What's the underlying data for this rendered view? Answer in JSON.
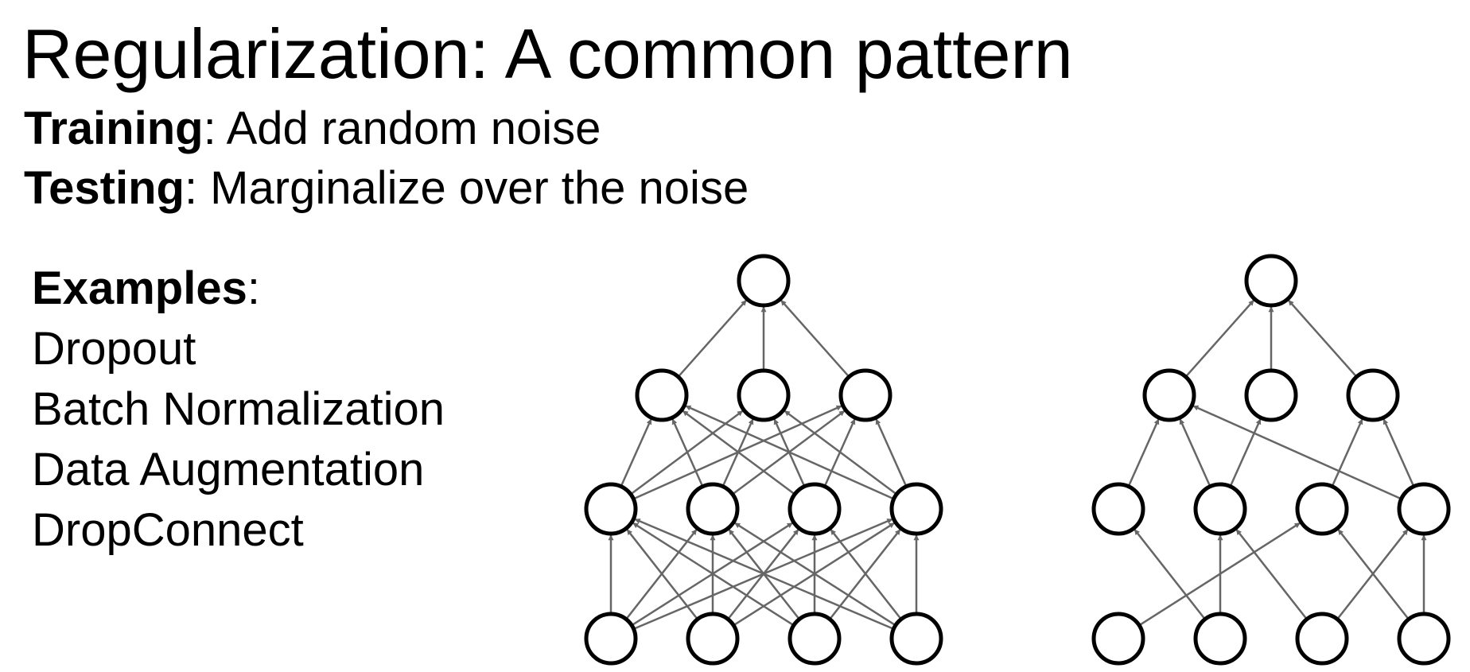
{
  "slide": {
    "title": "Regularization: A common pattern",
    "training": {
      "label": "Training",
      "separator": ":",
      "text": " Add random noise"
    },
    "testing": {
      "label": "Testing",
      "separator": ":",
      "text": " Marginalize over the noise"
    },
    "examples": {
      "heading": "Examples",
      "separator": ":",
      "items": [
        "Dropout",
        "Batch Normalization",
        "Data Augmentation",
        "DropConnect"
      ]
    }
  },
  "networks": [
    {
      "name": "fully-connected-network",
      "layers": [
        4,
        4,
        3,
        1
      ],
      "edges": [
        [
          0,
          0,
          1,
          0
        ],
        [
          0,
          0,
          1,
          1
        ],
        [
          0,
          0,
          1,
          2
        ],
        [
          0,
          0,
          1,
          3
        ],
        [
          0,
          1,
          1,
          0
        ],
        [
          0,
          1,
          1,
          1
        ],
        [
          0,
          1,
          1,
          2
        ],
        [
          0,
          1,
          1,
          3
        ],
        [
          0,
          2,
          1,
          0
        ],
        [
          0,
          2,
          1,
          1
        ],
        [
          0,
          2,
          1,
          2
        ],
        [
          0,
          2,
          1,
          3
        ],
        [
          0,
          3,
          1,
          0
        ],
        [
          0,
          3,
          1,
          1
        ],
        [
          0,
          3,
          1,
          2
        ],
        [
          0,
          3,
          1,
          3
        ],
        [
          1,
          0,
          2,
          0
        ],
        [
          1,
          0,
          2,
          1
        ],
        [
          1,
          0,
          2,
          2
        ],
        [
          1,
          1,
          2,
          0
        ],
        [
          1,
          1,
          2,
          1
        ],
        [
          1,
          1,
          2,
          2
        ],
        [
          1,
          2,
          2,
          0
        ],
        [
          1,
          2,
          2,
          1
        ],
        [
          1,
          2,
          2,
          2
        ],
        [
          1,
          3,
          2,
          0
        ],
        [
          1,
          3,
          2,
          1
        ],
        [
          1,
          3,
          2,
          2
        ],
        [
          2,
          0,
          3,
          0
        ],
        [
          2,
          1,
          3,
          0
        ],
        [
          2,
          2,
          3,
          0
        ]
      ]
    },
    {
      "name": "dropconnect-network",
      "layers": [
        4,
        4,
        3,
        1
      ],
      "edges": [
        [
          0,
          0,
          1,
          2
        ],
        [
          0,
          1,
          1,
          0
        ],
        [
          0,
          1,
          1,
          1
        ],
        [
          0,
          2,
          1,
          1
        ],
        [
          0,
          2,
          1,
          3
        ],
        [
          0,
          3,
          1,
          2
        ],
        [
          0,
          3,
          1,
          3
        ],
        [
          1,
          0,
          2,
          0
        ],
        [
          1,
          1,
          2,
          0
        ],
        [
          1,
          1,
          2,
          1
        ],
        [
          1,
          2,
          2,
          2
        ],
        [
          1,
          3,
          2,
          0
        ],
        [
          1,
          3,
          2,
          2
        ],
        [
          2,
          0,
          3,
          0
        ],
        [
          2,
          1,
          3,
          0
        ],
        [
          2,
          2,
          3,
          0
        ]
      ]
    }
  ],
  "colors": {
    "text": "#000000",
    "node_stroke": "#000000",
    "node_fill": "#ffffff",
    "edge": "#666666"
  }
}
